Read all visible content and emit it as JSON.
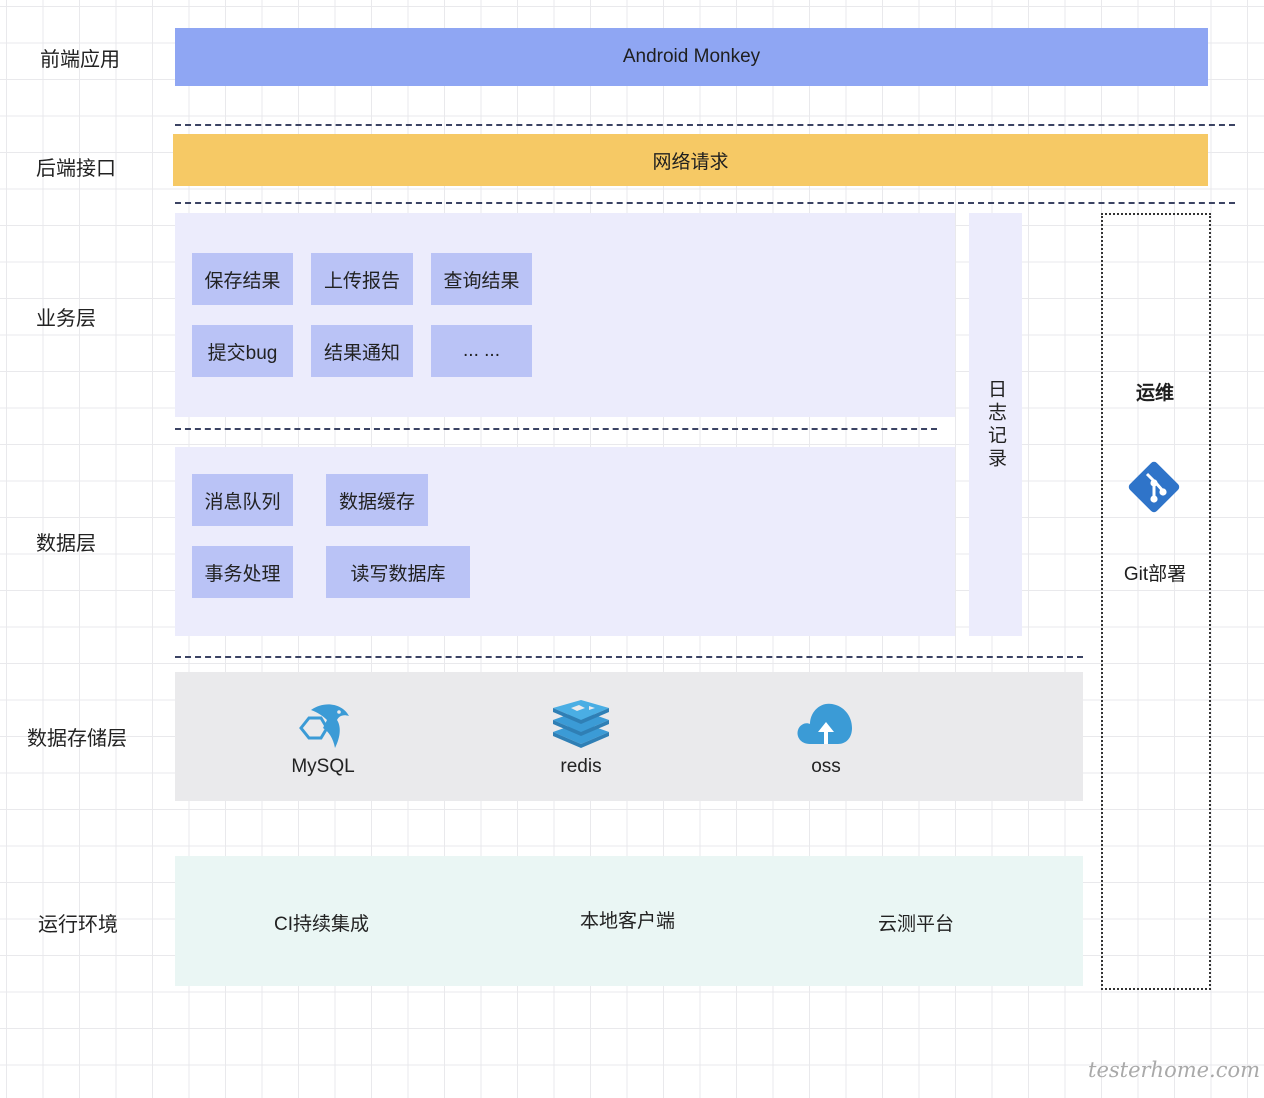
{
  "layers": {
    "frontend": "前端应用",
    "backend": "后端接口",
    "business": "业务层",
    "data": "数据层",
    "storage": "数据存储层",
    "runtime": "运行环境"
  },
  "frontend_bar": "Android Monkey",
  "backend_bar": "网络请求",
  "business_chips": [
    "保存结果",
    "上传报告",
    "查询结果",
    "提交bug",
    "结果通知",
    "... ..."
  ],
  "data_chips": [
    "消息队列",
    "数据缓存",
    "事务处理",
    "读写数据库"
  ],
  "log": "日志记录",
  "ops": {
    "title": "运维",
    "git": "Git部署"
  },
  "storage_items": [
    "MySQL",
    "redis",
    "oss"
  ],
  "runtime_items": [
    "CI持续集成",
    "本地客户端",
    "云测平台"
  ],
  "watermark": "testerhome.com",
  "colors": {
    "frontend": "#8fa6f3",
    "backend": "#f6c965",
    "panel": "#ececfc",
    "chip": "#bac3f6",
    "storage": "#eaeaec",
    "runtime": "#eaf6f4",
    "icon": "#3b9bd6",
    "git": "#2f74c9"
  }
}
